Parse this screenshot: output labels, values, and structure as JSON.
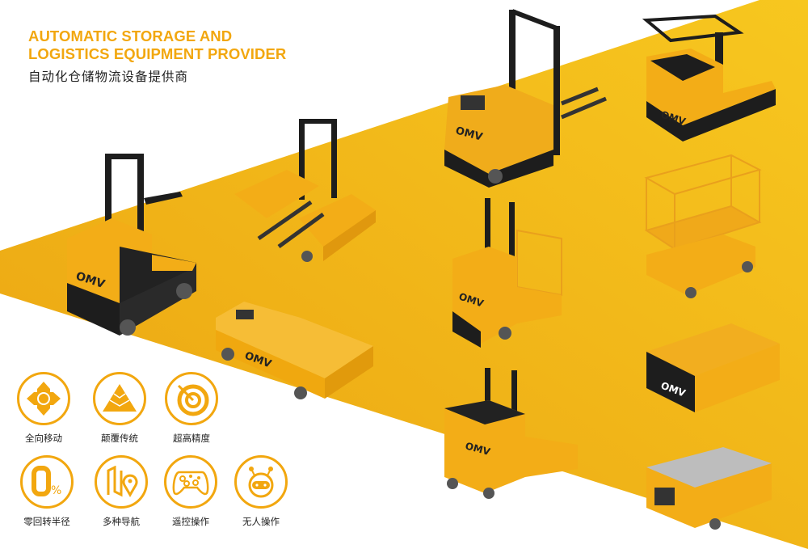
{
  "header": {
    "title_line1": "AUTOMATIC STORAGE AND",
    "title_line2": "LOGISTICS EQUIPMENT PROVIDER",
    "subtitle": "自动化仓储物流设备提供商"
  },
  "colors": {
    "accent": "#f2a70f",
    "band_light": "#f7c51e",
    "band_dark": "#eda611",
    "machine_black": "#1d1d1d"
  },
  "brand": "OMV",
  "features": [
    {
      "label": "全向移动",
      "icon": "omnidirectional-arrows-icon"
    },
    {
      "label": "颠覆传统",
      "icon": "pyramid-icon"
    },
    {
      "label": "超高精度",
      "icon": "target-icon"
    },
    {
      "label": "零回转半径",
      "icon": "zero-percent-icon"
    },
    {
      "label": "多种导航",
      "icon": "map-pin-icon"
    },
    {
      "label": "遥控操作",
      "icon": "gamepad-icon"
    },
    {
      "label": "无人操作",
      "icon": "robot-icon"
    }
  ]
}
